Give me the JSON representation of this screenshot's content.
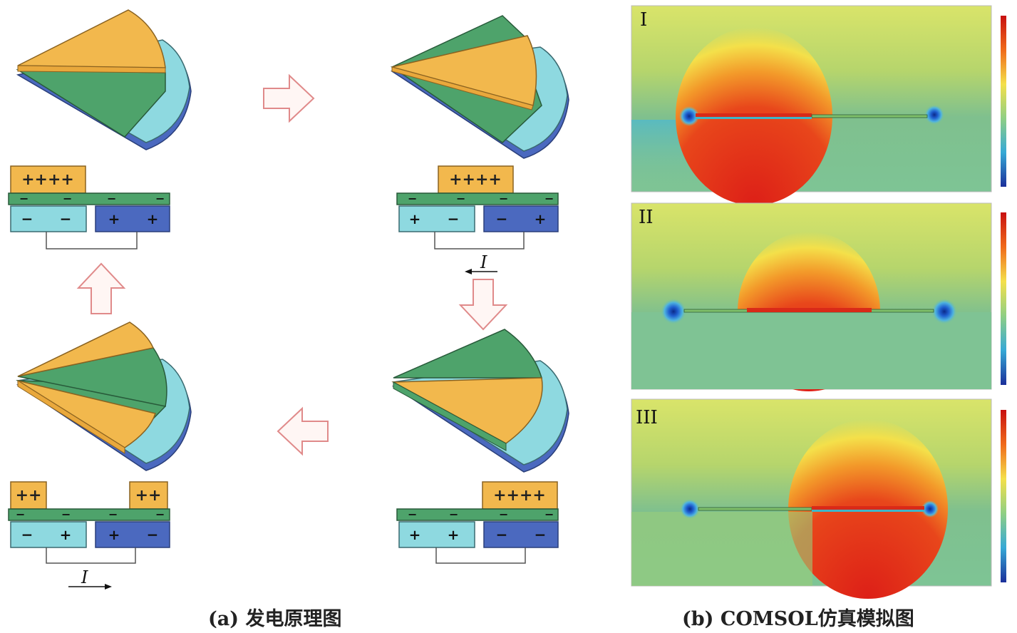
{
  "left": {
    "caption": "(a) 发电原理图",
    "current_symbol": "I",
    "states": [
      {
        "top_charges": "++++",
        "mid_charges": [
          "−",
          "−",
          "−",
          "−"
        ],
        "left_electrode": [
          "−",
          "−"
        ],
        "right_electrode": [
          "+",
          "+"
        ],
        "shows_current": false
      },
      {
        "top_charges": "++++",
        "mid_charges": [
          "−",
          "−",
          "−",
          "−"
        ],
        "left_electrode": [
          "+",
          "−"
        ],
        "right_electrode": [
          "−",
          "+"
        ],
        "shows_current": true,
        "current_direction": "left"
      },
      {
        "top_charges": "++++",
        "mid_charges": [
          "−",
          "−",
          "−",
          "−"
        ],
        "left_electrode": [
          "+",
          "+"
        ],
        "right_electrode": [
          "−",
          "−"
        ],
        "shows_current": false
      },
      {
        "top_charges": [
          "++",
          "++"
        ],
        "mid_charges": [
          "−",
          "−",
          "−",
          "−"
        ],
        "left_electrode": [
          "−",
          "+"
        ],
        "right_electrode": [
          "+",
          "−"
        ],
        "shows_current": true,
        "current_direction": "right"
      }
    ]
  },
  "right": {
    "caption": "(b) COMSOL仿真模拟图",
    "panels": [
      {
        "label": "I"
      },
      {
        "label": "II"
      },
      {
        "label": "III"
      }
    ]
  },
  "colors": {
    "orange": "#f2b84d",
    "green": "#4ea36b",
    "cyan": "#8ed9e0",
    "blue": "#4b69bf",
    "arrow_outline": "#e08a8a",
    "field_red": "#e0221a",
    "field_yellow": "#f4e04a",
    "field_green": "#7cc48a",
    "field_blue": "#2b6fd6"
  }
}
